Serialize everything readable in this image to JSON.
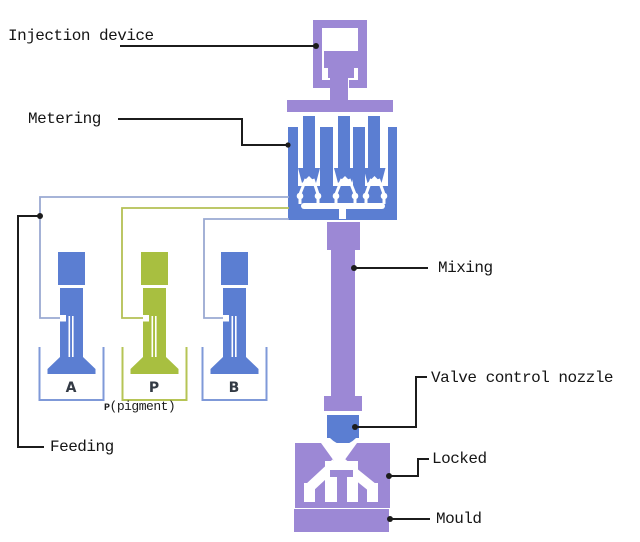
{
  "diagram": {
    "labels": {
      "injection_device": "Injection device",
      "metering": "Metering",
      "mixing": "Mixing",
      "valve_control_nozzle": "Valve control nozzle",
      "locked": "Locked",
      "mould": "Mould",
      "feeding": "Feeding"
    },
    "materials": {
      "a": "A",
      "p": "P",
      "b": "B",
      "pigment_prefix": "P",
      "pigment_suffix": "(pigment)"
    },
    "colors": {
      "machine_purple": "#9c88d5",
      "melt_blue": "#5b7ed2",
      "pigment_olive": "#a8bf40",
      "supply_line_blue": "#9aa9d2",
      "supply_line_olive": "#b4c054",
      "container_outline_blue": "#7f99d8",
      "container_outline_olive": "#b6c455",
      "pointer_black": "#1c1c1c",
      "background": "#ffffff"
    }
  }
}
